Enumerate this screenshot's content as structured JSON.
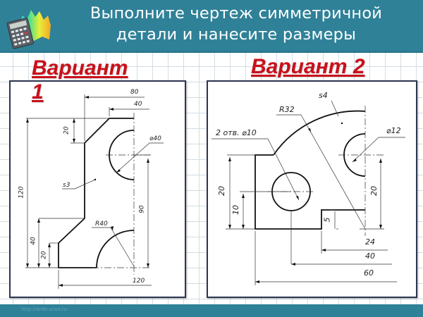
{
  "header": {
    "title_line1": "Выполните чертеж симметричной",
    "title_line2": "детали и нанесите размеры",
    "logo_icon": "calculator-with-chart-icon",
    "background_color": "#2f8198"
  },
  "variants": [
    {
      "title": "Вариант 1",
      "title_color": "#c8111b",
      "dimensions": {
        "top_width": "80",
        "top_flat": "40",
        "chamfer_height": "20",
        "diameter": "⌀40",
        "thickness": "s3",
        "overall_height": "120",
        "height_step_1": "40",
        "height_step_2": "20",
        "radius": "R40",
        "half_height": "90",
        "bottom_width": "120"
      }
    },
    {
      "title": "Вариант 2",
      "title_color": "#c8111b",
      "dimensions": {
        "thickness": "s4",
        "radius": "R32",
        "holes": "2 отв. ⌀10",
        "diameter": "⌀12",
        "left_height": "20",
        "hole_height": "10",
        "right_height": "20",
        "step_height": "5",
        "step_width": "24",
        "hole_offset": "40",
        "overall_width": "60"
      }
    }
  ],
  "footer": {
    "url": "http://ardo.ucoz.ru",
    "background_color": "#2f8198"
  }
}
